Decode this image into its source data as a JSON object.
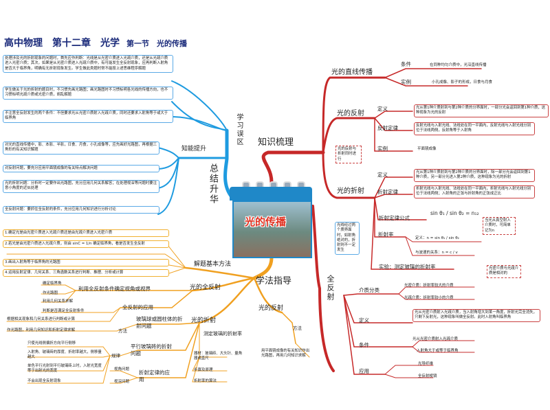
{
  "header": {
    "title": "高中物理　第十二章　光学",
    "section": "第一节　光的传播"
  },
  "center": {
    "title": "光的传播"
  },
  "branches": {
    "knowledge": "知识梳理",
    "method": "学法指导",
    "summary": "总结升华"
  },
  "knowledge": {
    "straight": {
      "label": "光的直线传播",
      "cond": "条件",
      "cond_text": "在同种均匀介质中，光沿直线传播",
      "example": "实例",
      "example_text": "小孔成像、影子的形成，日食与月食"
    },
    "reflect": {
      "label": "光的反射",
      "def": "定义",
      "def_text": "光从第1种介质射到与第2种介质的分界面时，一部分光会返回到第1种介质，这种现象为光的反射",
      "law": "反射定律",
      "law_text": "反射光线与入射光线、法线处在同一平面内，反射光线与入射光线分别位于法线两侧，反射角等于入射角",
      "example": "实例",
      "example_text": "平面镜成像",
      "note": "光的反射与折射同时进行"
    },
    "refract": {
      "label": "光的折射",
      "def": "定义",
      "def_text": "光从第1种介质射到与第2种介质的分界面时，除一部分光会返回到第1种介质，另一部分光进入第2种介质，这种现象为光的折射",
      "law": "折射定律",
      "law_text": "折射光线与入射光线、法线处在同一平面内，折射光线与入射光线分别位于法线两侧；入射角的正弦与折射角的正弦成正比",
      "formula": "折射定律公式",
      "formula_expr": "sin θ₁ / sin θ₂ = n₁₂",
      "formula_note": "当光从真空射入介质时，可简单记为n",
      "index": "折射率",
      "index_def": "定义：n = sin θ₁ / sin θ₂",
      "index_speed": "与波速的关系：n = c / v",
      "exp": "实验：测定玻璃的折射率",
      "note2": "光线经过两个质界面时，如射角绝对的，折射则不一定发生"
    },
    "total": {
      "label": "全反射",
      "medium": "介质分类",
      "dense": "光密介质：折射率较大的介质",
      "sparse": "光疏介质：折射率较小的介质",
      "medium_note": "光密介质与光疏介质是相对的",
      "def": "定义",
      "def_text": "光从光密介质射入光疏介质，当入射角增大到某一角度，折射光完全消失，只剩下反射光，这种现象叫做全反射。此时入射角叫临界角",
      "cond": "条件",
      "cond1": "光从光密介质射入光疏介质",
      "cond2": "入射角大于或等于临界角",
      "app": "应用",
      "app1": "光导纤维",
      "app2": "全反射棱镜"
    }
  },
  "summary": {
    "study": "学习误区",
    "study_items": [
      "处理涉及光的折射现象的问题时，首先应作判断：光线是从光密介质进入光疏介质，还是从光疏介质进入光密介质；其次，如果是从光密介质进入光疏介质中，有可能发生全反射现象，应再判断入射角是否大于临界角，明确有无折射现象发生。学生做此类题时常不能按上述思维程序解题",
      "学生做关于光的折射的题目时，不习惯先画光路图；画光路图时不习惯标明各光线的传播方向，也不习惯标明光疏介质或光密介质，胡乱解题",
      "不注意全反射发生的两个条件：不但要求光从光密介质射入光疏介质，同时还要求入射角等于或大于临界角"
    ],
    "skill": "知能提升",
    "skill_items": [
      "对光的直线传播中，影、本影、半影，日食、月食，小孔成像等，应先画好光路图，再根据三角形的有关知识解题",
      "对反射问题，要充分应用平面镜成像的有关特点解决问题",
      "光的折射问题：分析时一定要作出光路图，充分应用几何关系解答；在处理视深等问题时要注意小角度的近似处理",
      "全反射问题：要抓住全反射的条件，充分应用几何知识进行分析讨论"
    ]
  },
  "method": {
    "basic": "解题基本方法",
    "basic_items": [
      "1.确定光是由光密介质进入光疏介质还是由光疏介质进入光密介质",
      "2.若光是由光密介质进入光疏介质，则由 sinC = 1/n 确定临界角，看是否发生全反射",
      "3.画出入射角等于临界角的光路图",
      "4.运用反射定律、几何关系、三角函数关系进行判断、推理、分析或计算"
    ],
    "total": "光的全反射",
    "total_sub": "利用全反射条件确定视角或视界",
    "total_items": [
      "确定临界角",
      "作光路图",
      "利用几何关系求解"
    ],
    "total_app": "全反射的应用",
    "total_app_items": [
      "判断是否满足全反射条件",
      "根据相关现象和几何关系进行判断或计算"
    ],
    "refract": "光的折射",
    "refract_prism": "玻璃球或圆柱体的折射问题",
    "refract_method": "方法",
    "refract_method_text": "作光路图，利用几何知识和折射定律求解",
    "slab": "平行玻璃砖的折射问题",
    "slab_rule": "规律",
    "slab_items": [
      "只使光线侧偏折方向平行侧移",
      "入射角、玻璃砖的厚度、折射率越大，侧移量越大",
      "单色平行光射到平行玻璃砖上时，入射光宽度等于出射光的宽度",
      "不会出现全反射现象"
    ],
    "apply": "折射定律的应用",
    "apply_items": [
      "视角问题",
      "视深问题"
    ],
    "measure": "测定玻璃的折射率",
    "measure_items": [
      "器材：玻璃砖、大头针、量角器或直尺",
      "步骤及原理",
      "折射率的算法"
    ],
    "reflect": "光的反射",
    "reflect_method": "方法",
    "reflect_text": "用平面镜成像的有关知识作出光路图，再用几何知识求解"
  },
  "colors": {
    "red": "#c62828",
    "blue": "#1e9be0",
    "orange": "#f0a020",
    "title": "#1a2a7a"
  }
}
